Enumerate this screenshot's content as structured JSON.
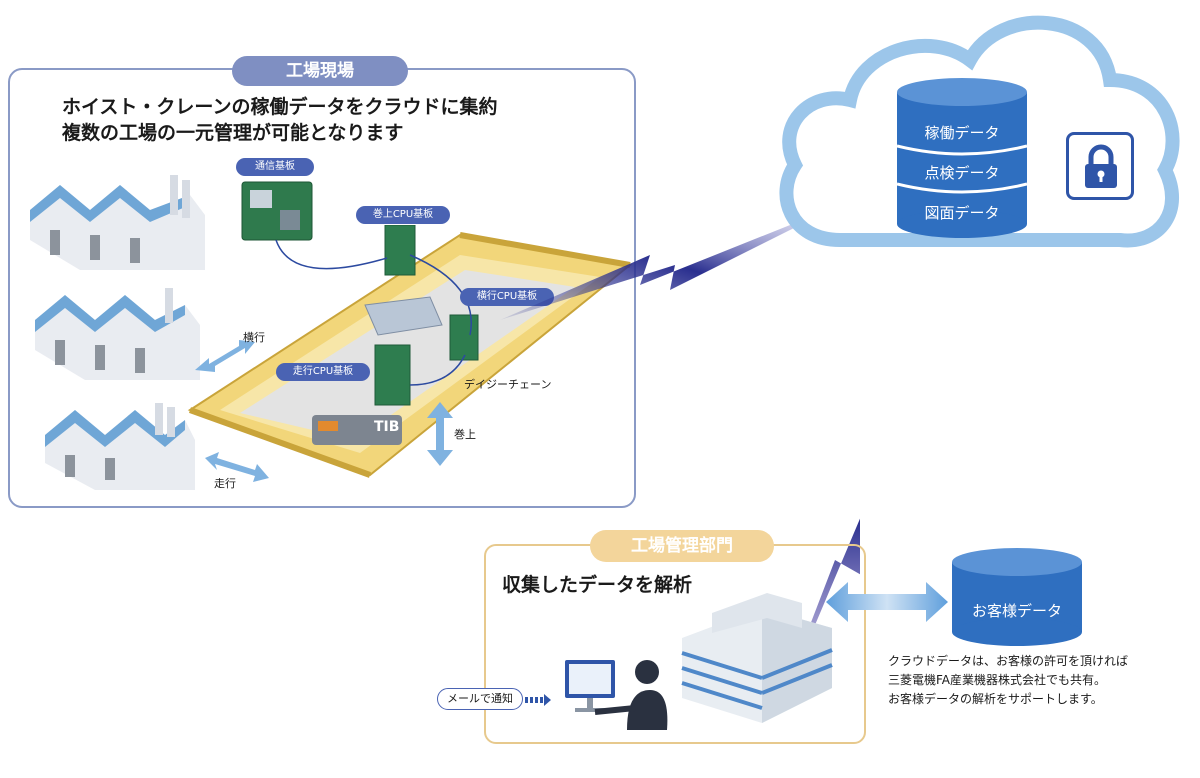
{
  "site": {
    "tab": "工場現場",
    "headline_line1": "ホイスト・クレーンの稼働データをクラウドに集約",
    "headline_line2": "複数の工場の一元管理が可能となります",
    "labels": {
      "comm_board": "通信基板",
      "hoist_cpu": "巻上CPU基板",
      "traverse_cpu": "横行CPU基板",
      "travel_cpu": "走行CPU基板",
      "daisy_chain": "デイジーチェーン",
      "traverse": "横行",
      "travel": "走行",
      "hoist": "巻上",
      "device_brand": "TIB"
    }
  },
  "cloud": {
    "layers": [
      "稼働データ",
      "点検データ",
      "図面データ"
    ],
    "lock_icon": "lock-icon"
  },
  "management": {
    "tab": "工場管理部門",
    "title": "収集したデータを解析",
    "mail_notice": "メールで通知"
  },
  "customer": {
    "db_label": "お客様データ",
    "note_line1": "クラウドデータは、お客様の許可を頂ければ",
    "note_line2": "三菱電機FA産業機器株式会社でも共有。",
    "note_line3": "お客様データの解析をサポートします。"
  },
  "colors": {
    "site_accent": "#7f8fc2",
    "mgmt_accent": "#f3d59b",
    "cloud_blue": "#8fbce6",
    "db_blue": "#2f6fc0",
    "crane_yellow": "#e8c24a"
  }
}
